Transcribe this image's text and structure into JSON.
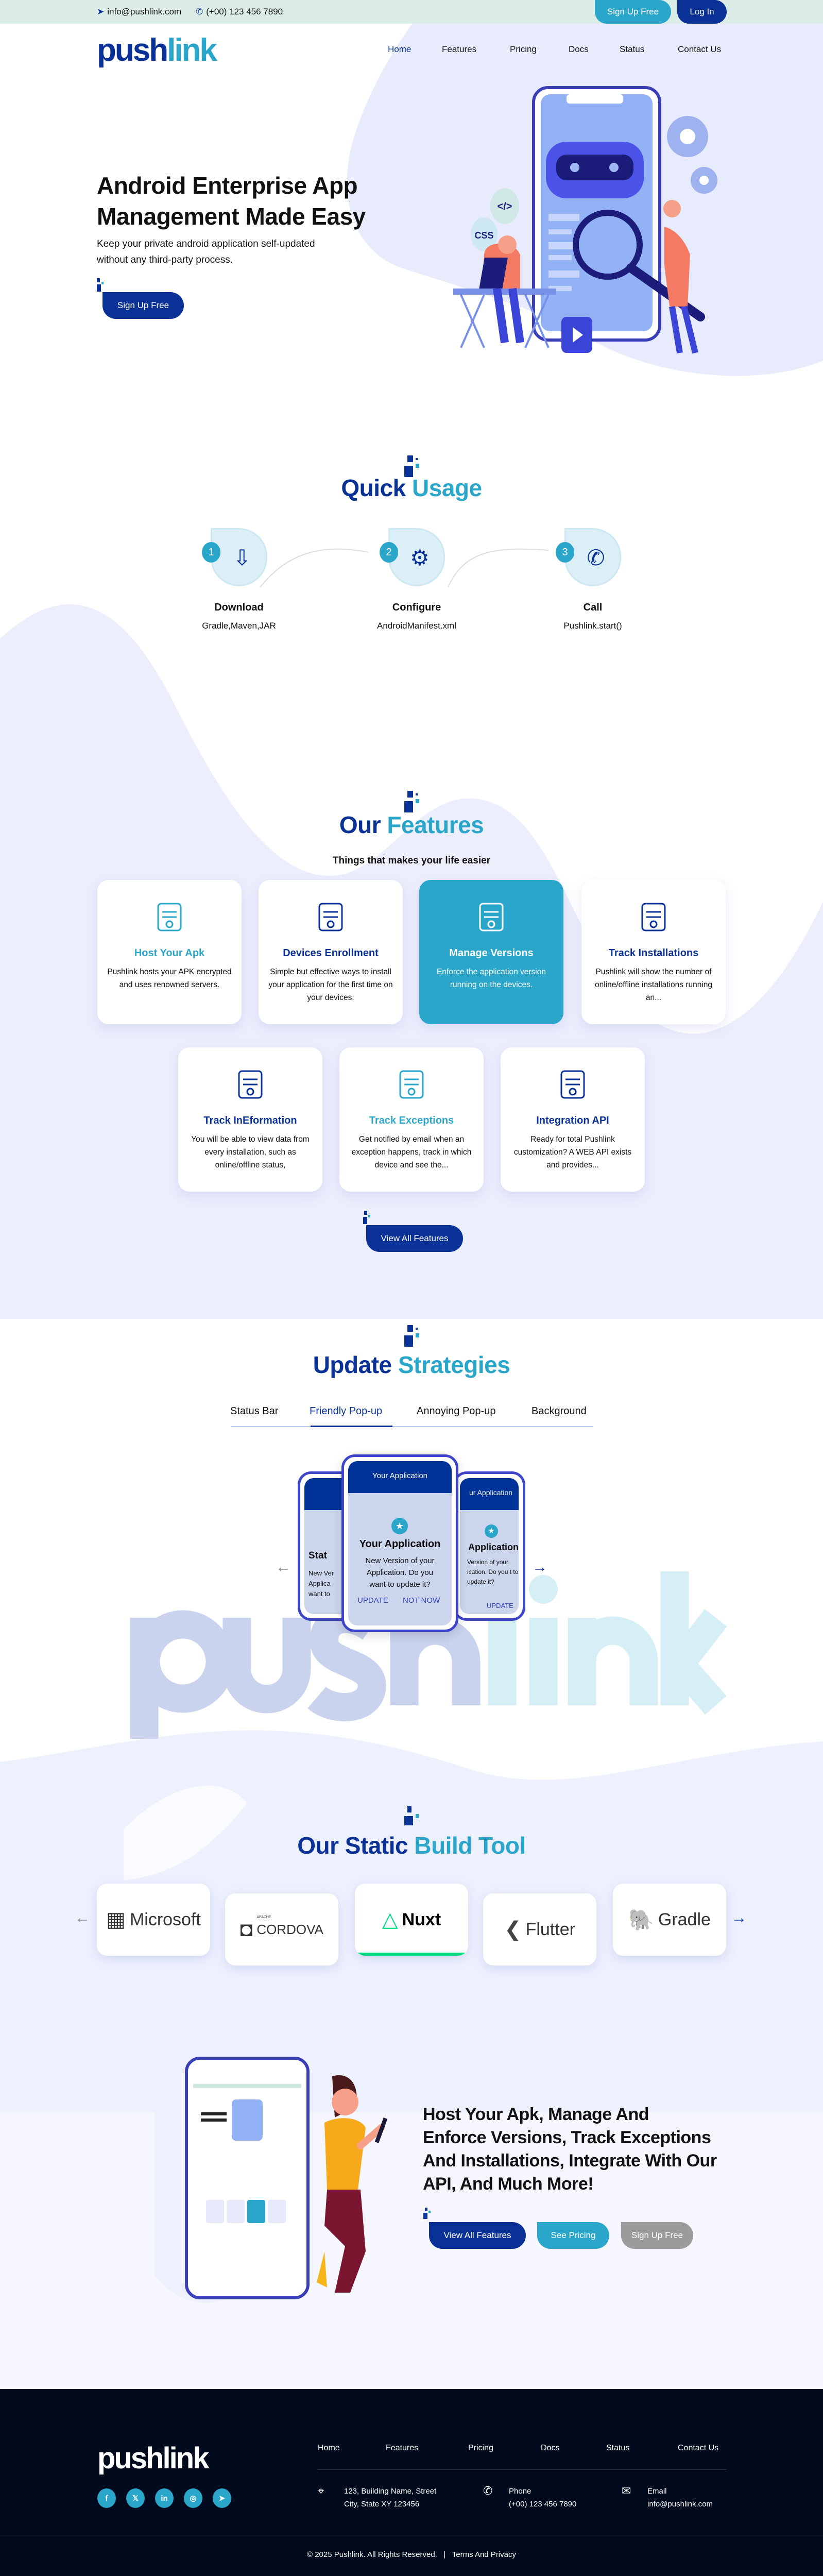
{
  "colors": {
    "navy": "#0a3196",
    "cyan": "#2ba6cb",
    "footer_bg": "#020b1e",
    "topbar_bg": "#dcece6",
    "nuxt_green": "#00dc82"
  },
  "topbar": {
    "email": "info@pushlink.com",
    "phone": "(+00) 123 456 7890",
    "signup": "Sign Up Free",
    "login": "Log In"
  },
  "brand": {
    "logo": "pushlink"
  },
  "nav": [
    {
      "label": "Home",
      "active": true
    },
    {
      "label": "Features"
    },
    {
      "label": "Pricing"
    },
    {
      "label": "Docs"
    },
    {
      "label": "Status"
    },
    {
      "label": "Contact Us"
    }
  ],
  "hero": {
    "title_line1": "Android Enterprise App",
    "title_line2": "Management Made Easy",
    "subtitle_line1": "Keep your private android application self-updated",
    "subtitle_line2": "without any third-party process.",
    "cta": "Sign Up Free",
    "illustration_labels": {
      "code": "</>",
      "css": "CSS"
    }
  },
  "quick_usage": {
    "title_a": "Quick",
    "title_b": "Usage",
    "steps": [
      {
        "num": "1",
        "label": "Download",
        "sub": "Gradle,Maven,JAR",
        "icon": "phone-download-icon"
      },
      {
        "num": "2",
        "label": "Configure",
        "sub": "AndroidManifest.xml",
        "icon": "gear-monitor-icon"
      },
      {
        "num": "3",
        "label": "Call",
        "sub": "Pushlink.start()",
        "icon": "phone-call-icon"
      }
    ]
  },
  "features": {
    "title_a": "Our",
    "title_b": "Features",
    "subtitle": "Things that makes your life easier",
    "view_all": "View All Features",
    "cards": [
      {
        "title": "Host Your Apk",
        "desc": "Pushlink hosts your APK encrypted and uses renowned servers.",
        "icon": "cloud-server-icon",
        "title_color": "cyan"
      },
      {
        "title": "Devices Enrollment",
        "desc": "Simple but effective ways to install your application for the first time on your devices:",
        "icon": "enroll-icon",
        "title_color": "navy"
      },
      {
        "title": "Manage Versions",
        "desc": "Enforce the application version running on the devices.",
        "icon": "version-chip-icon",
        "active": true
      },
      {
        "title": "Track Installations",
        "desc": "Pushlink will show the number of online/offline installations running an...",
        "icon": "laptop-shield-icon",
        "title_color": "navy"
      },
      {
        "title": "Track InEformation",
        "desc": "You will be able to view data from every installation, such as online/offline status,",
        "icon": "info-window-icon",
        "title_color": "navy"
      },
      {
        "title": "Track Exceptions",
        "desc": "Get notified by email when an exception happens, track in which device and see the...",
        "icon": "alert-mail-icon",
        "title_color": "cyan"
      },
      {
        "title": "Integration API",
        "desc": "Ready for total Pushlink customization? A WEB API exists and provides...",
        "icon": "api-gear-icon",
        "title_color": "navy"
      }
    ]
  },
  "strategies": {
    "title_a": "Update",
    "title_b": "Strategies",
    "tabs": [
      {
        "label": "Status Bar"
      },
      {
        "label": "Friendly Pop-up",
        "active": true
      },
      {
        "label": "Annoying Pop-up"
      },
      {
        "label": "Background"
      }
    ],
    "phone_header": "Your Application",
    "popup_title": "Your Application",
    "popup_body": "New Version of your Application. Do you want to update it?",
    "update": "UPDATE",
    "not_now": "NOT NOW",
    "left_title": "Stat",
    "left_body": "New Ver Applica want to",
    "right_header": "ur Application",
    "right_title": "Application",
    "right_body": "Version of your ication. Do you t to update it?",
    "watermark": "pushlink"
  },
  "build_tools": {
    "title_a": "Our Static",
    "title_b": "Build Tool",
    "tools": [
      {
        "name": "Microsoft"
      },
      {
        "name": "CORDOVA",
        "small": "APACHE"
      },
      {
        "name": "Nuxt",
        "active": true
      },
      {
        "name": "Flutter"
      },
      {
        "name": "Gradle"
      }
    ]
  },
  "cta": {
    "heading_lines": [
      "Host Your Apk, Manage And",
      "Enforce Versions, Track Exceptions",
      "And Installations, Integrate With Our",
      "API, And Much More!"
    ],
    "view_all": "View All Features",
    "pricing": "See Pricing",
    "signup": "Sign Up Free"
  },
  "footer": {
    "logo": "pushlink",
    "nav": [
      "Home",
      "Features",
      "Pricing",
      "Docs",
      "Status",
      "Contact Us"
    ],
    "socials": [
      "facebook",
      "x",
      "linkedin",
      "instagram",
      "telegram"
    ],
    "address_1": "123, Building Name, Street",
    "address_2": "City, State XY 123456",
    "phone_label": "Phone",
    "phone": "(+00) 123 456 7890",
    "email_label": "Email",
    "email": "info@pushlink.com",
    "copyright": "© 2025 Pushlink. All Rights Reserved.",
    "sep": "|",
    "terms": "Terms And Privacy"
  }
}
